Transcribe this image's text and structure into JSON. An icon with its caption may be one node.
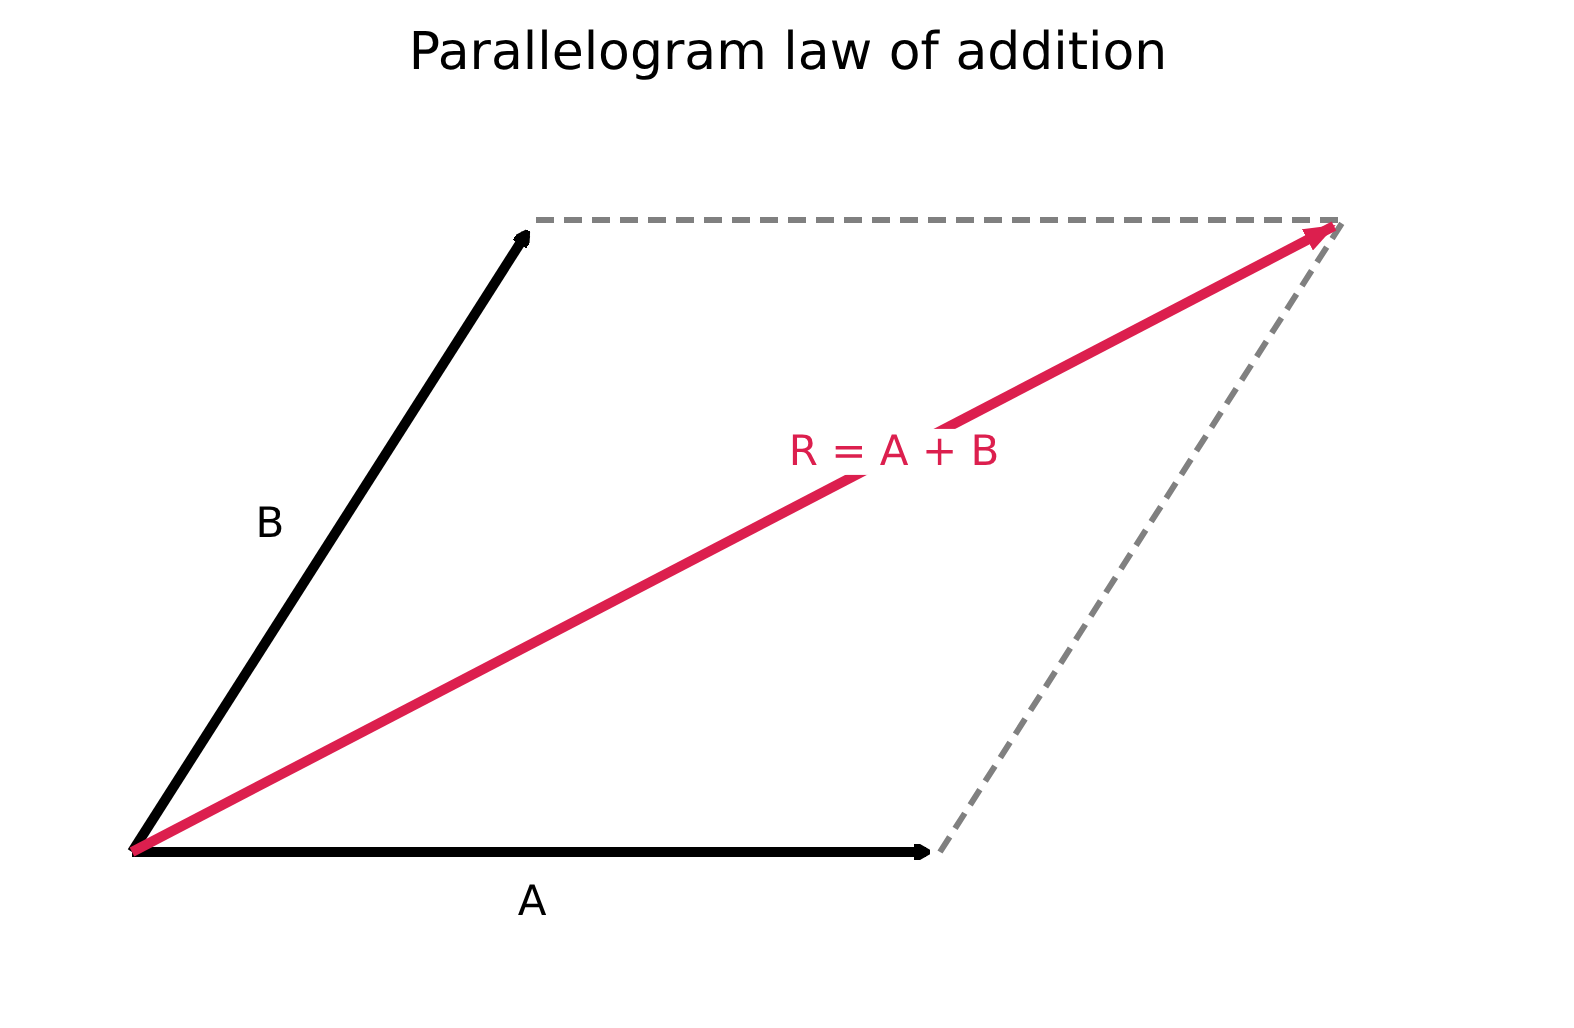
{
  "diagram": {
    "title": "Parallelogram law of addition",
    "labels": [
      "B",
      "R = A + B",
      "A"
    ]
  }
}
